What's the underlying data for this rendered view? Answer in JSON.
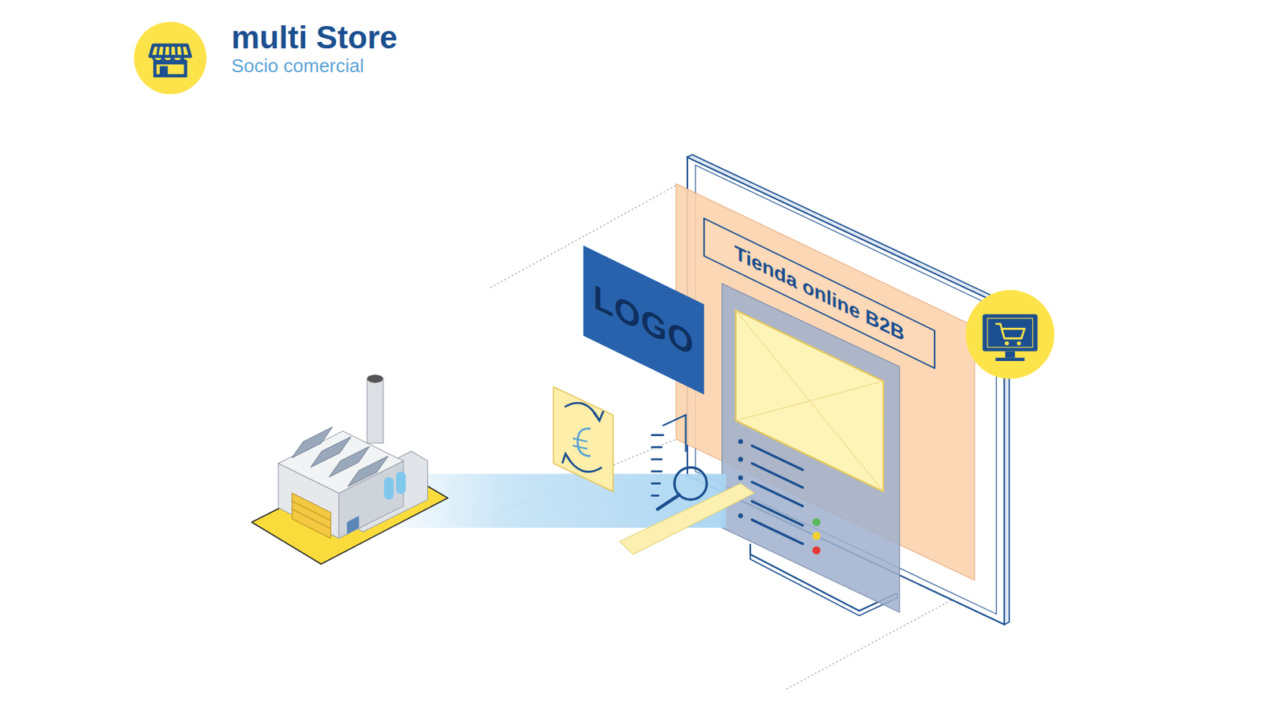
{
  "diagram": {
    "title": "multi Store",
    "nodes": [
      {
        "text": [
          "LOGO"
        ]
      },
      {
        "text": [
          "Tienda online B2B"
        ]
      }
    ],
    "labels": [
      "Socio comercial"
    ]
  }
}
